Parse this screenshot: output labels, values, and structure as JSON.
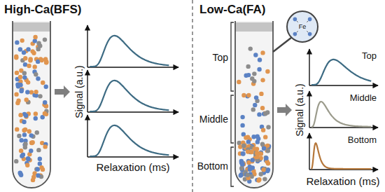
{
  "diagram": {
    "labels": [
      "High-Ca(BFS)",
      "Signal (a.u.)",
      "Relaxation (ms)",
      "Low-Ca(FA)",
      "Fe",
      "Top",
      "Middle",
      "Bottom",
      "Top",
      "Middle",
      "Bottom",
      "Signal (a.u.)",
      "Relaxation (ms)"
    ]
  }
}
